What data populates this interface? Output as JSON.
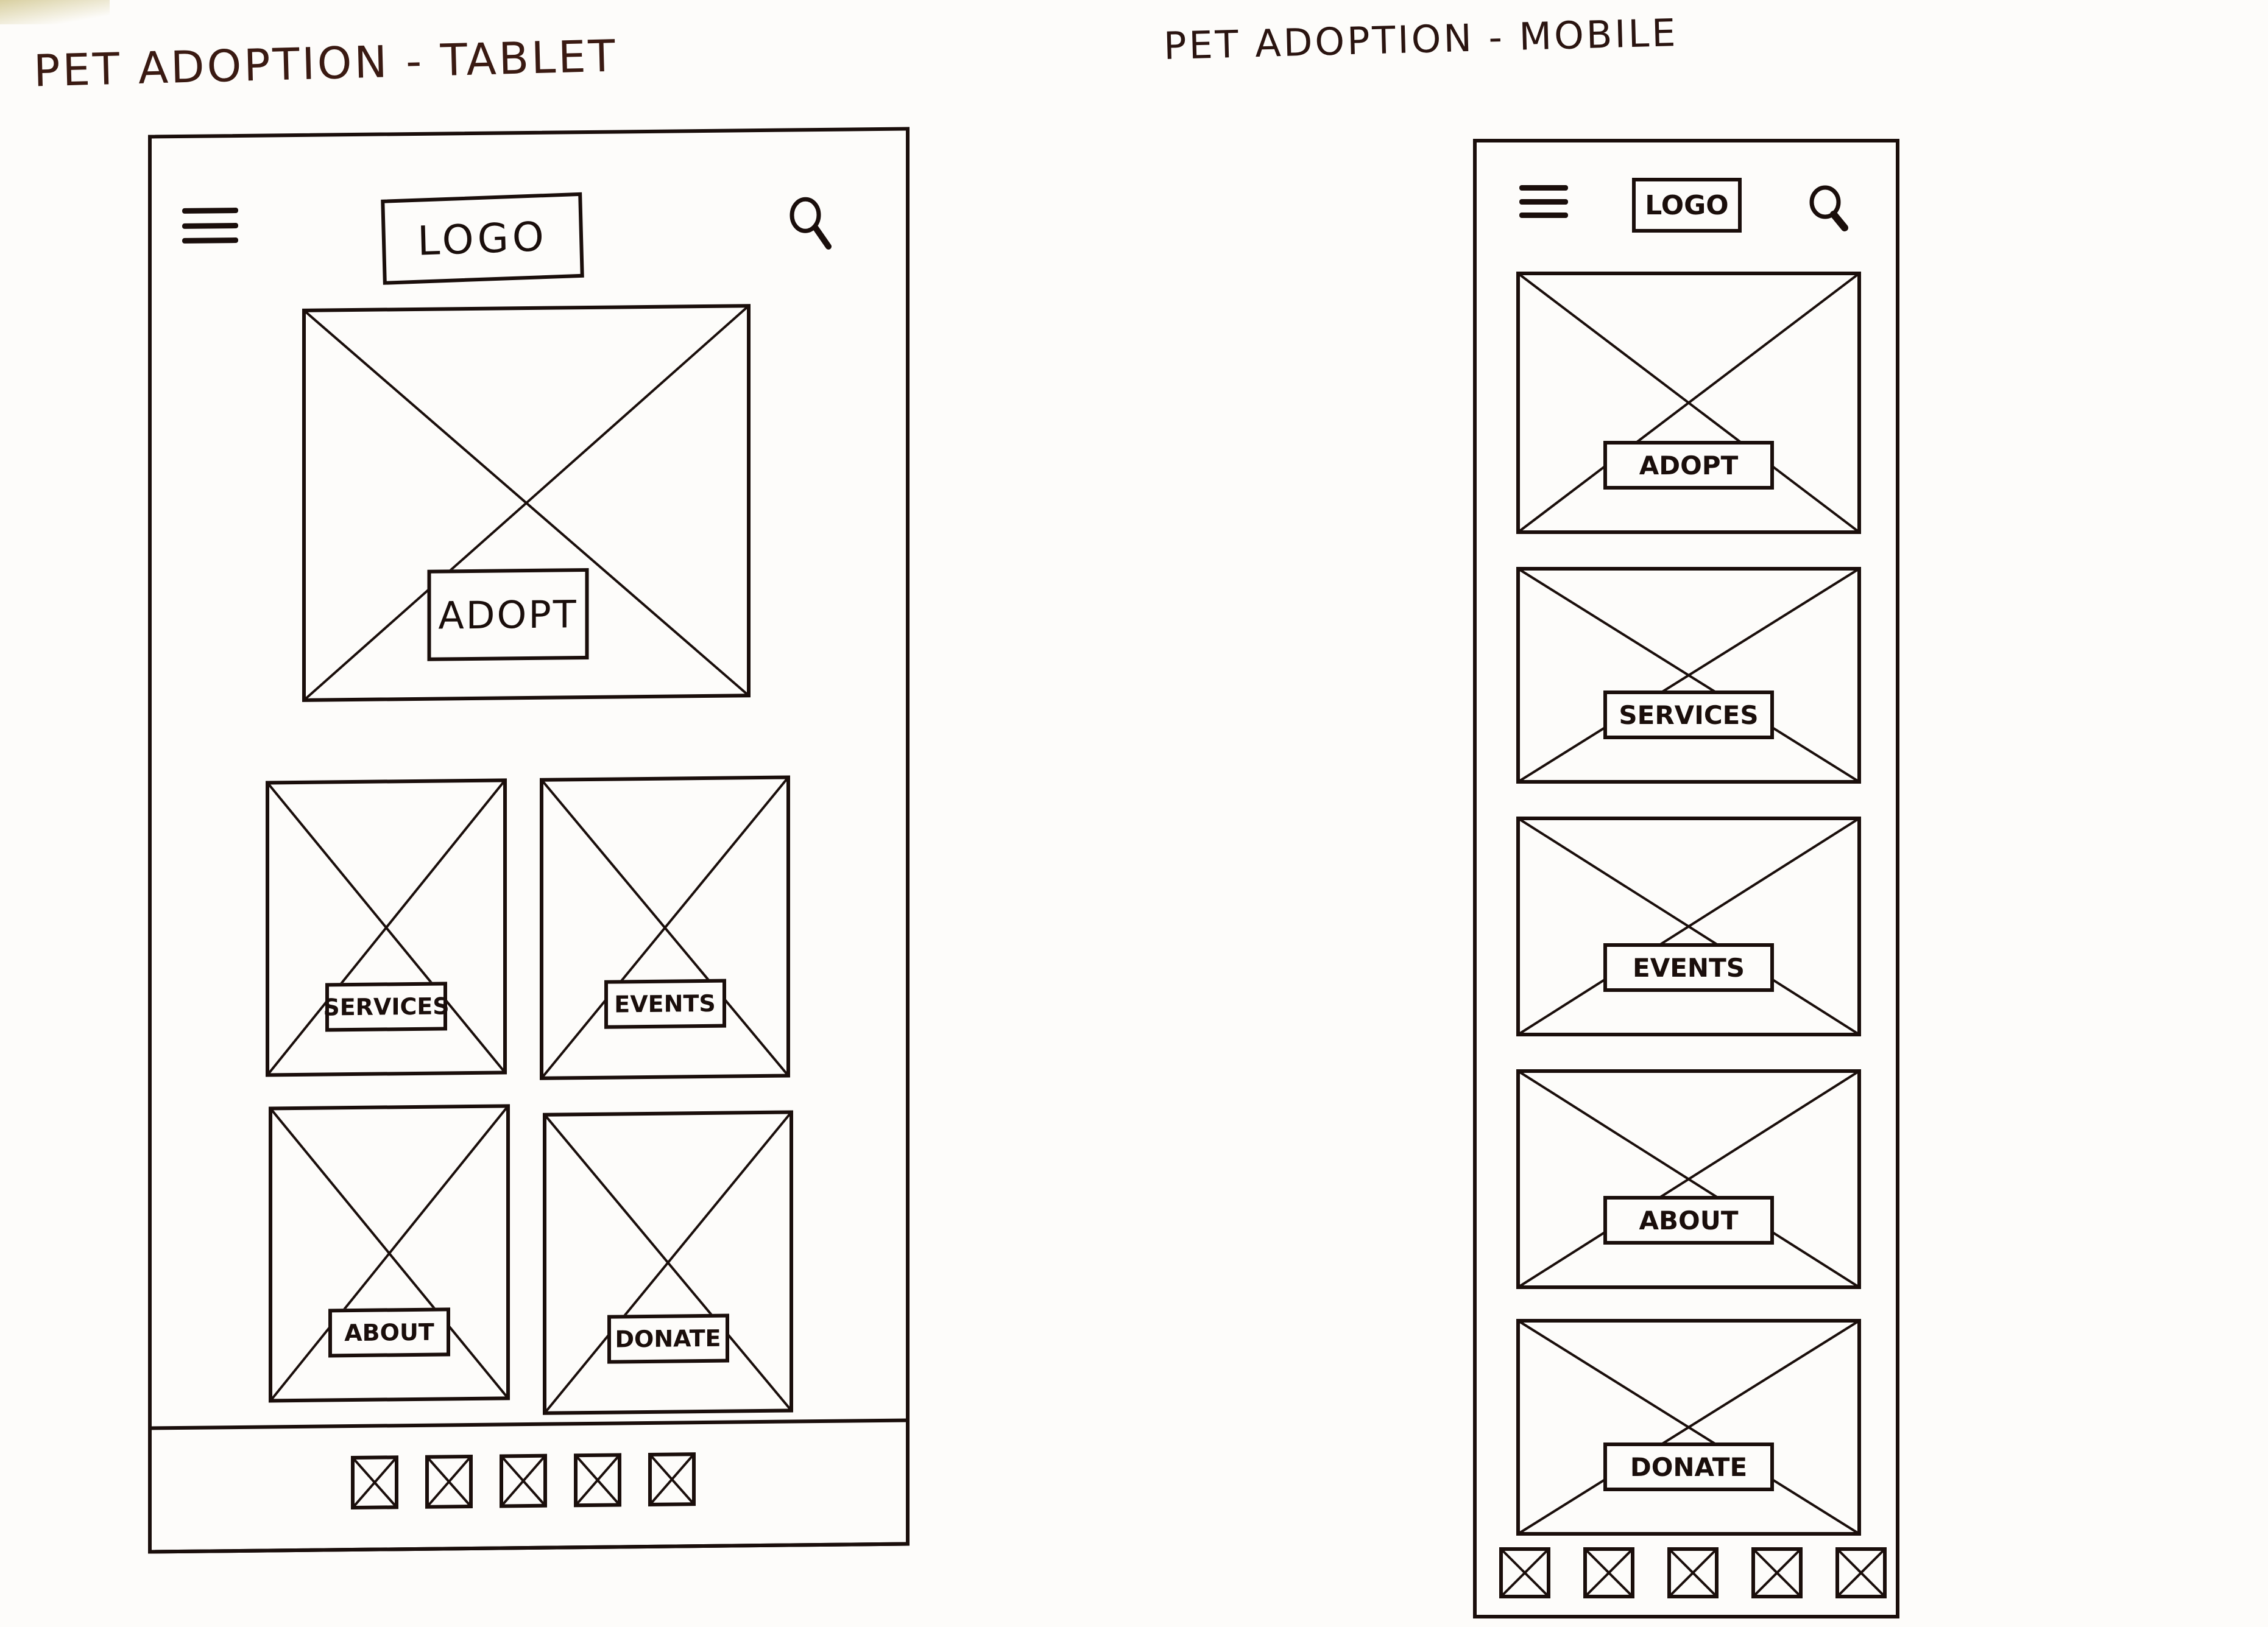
{
  "tablet": {
    "title": "PET ADOPTION - TABLET",
    "header": {
      "logo_label": "LOGO",
      "menu_icon": "hamburger-menu-icon",
      "search_icon": "search-icon"
    },
    "hero": {
      "label": "ADOPT",
      "image": "image-placeholder-icon"
    },
    "cards": [
      {
        "label": "SERVICES"
      },
      {
        "label": "EVENTS"
      },
      {
        "label": "ABOUT"
      },
      {
        "label": "DONATE"
      }
    ],
    "footer_nav": {
      "item_count": 5,
      "icon": "image-placeholder-icon"
    }
  },
  "mobile": {
    "title": "PET ADOPTION - MOBILE",
    "header": {
      "logo_label": "LOGO",
      "menu_icon": "hamburger-menu-icon",
      "search_icon": "search-icon"
    },
    "cards": [
      {
        "label": "ADOPT"
      },
      {
        "label": "SERVICES"
      },
      {
        "label": "EVENTS"
      },
      {
        "label": "ABOUT"
      },
      {
        "label": "DONATE"
      }
    ],
    "footer_nav": {
      "item_count": 5,
      "icon": "image-placeholder-icon"
    }
  },
  "colors": {
    "ink": "#1a0e0b",
    "title_ink": "#3a1a12",
    "paper": "#fdfcfa"
  }
}
